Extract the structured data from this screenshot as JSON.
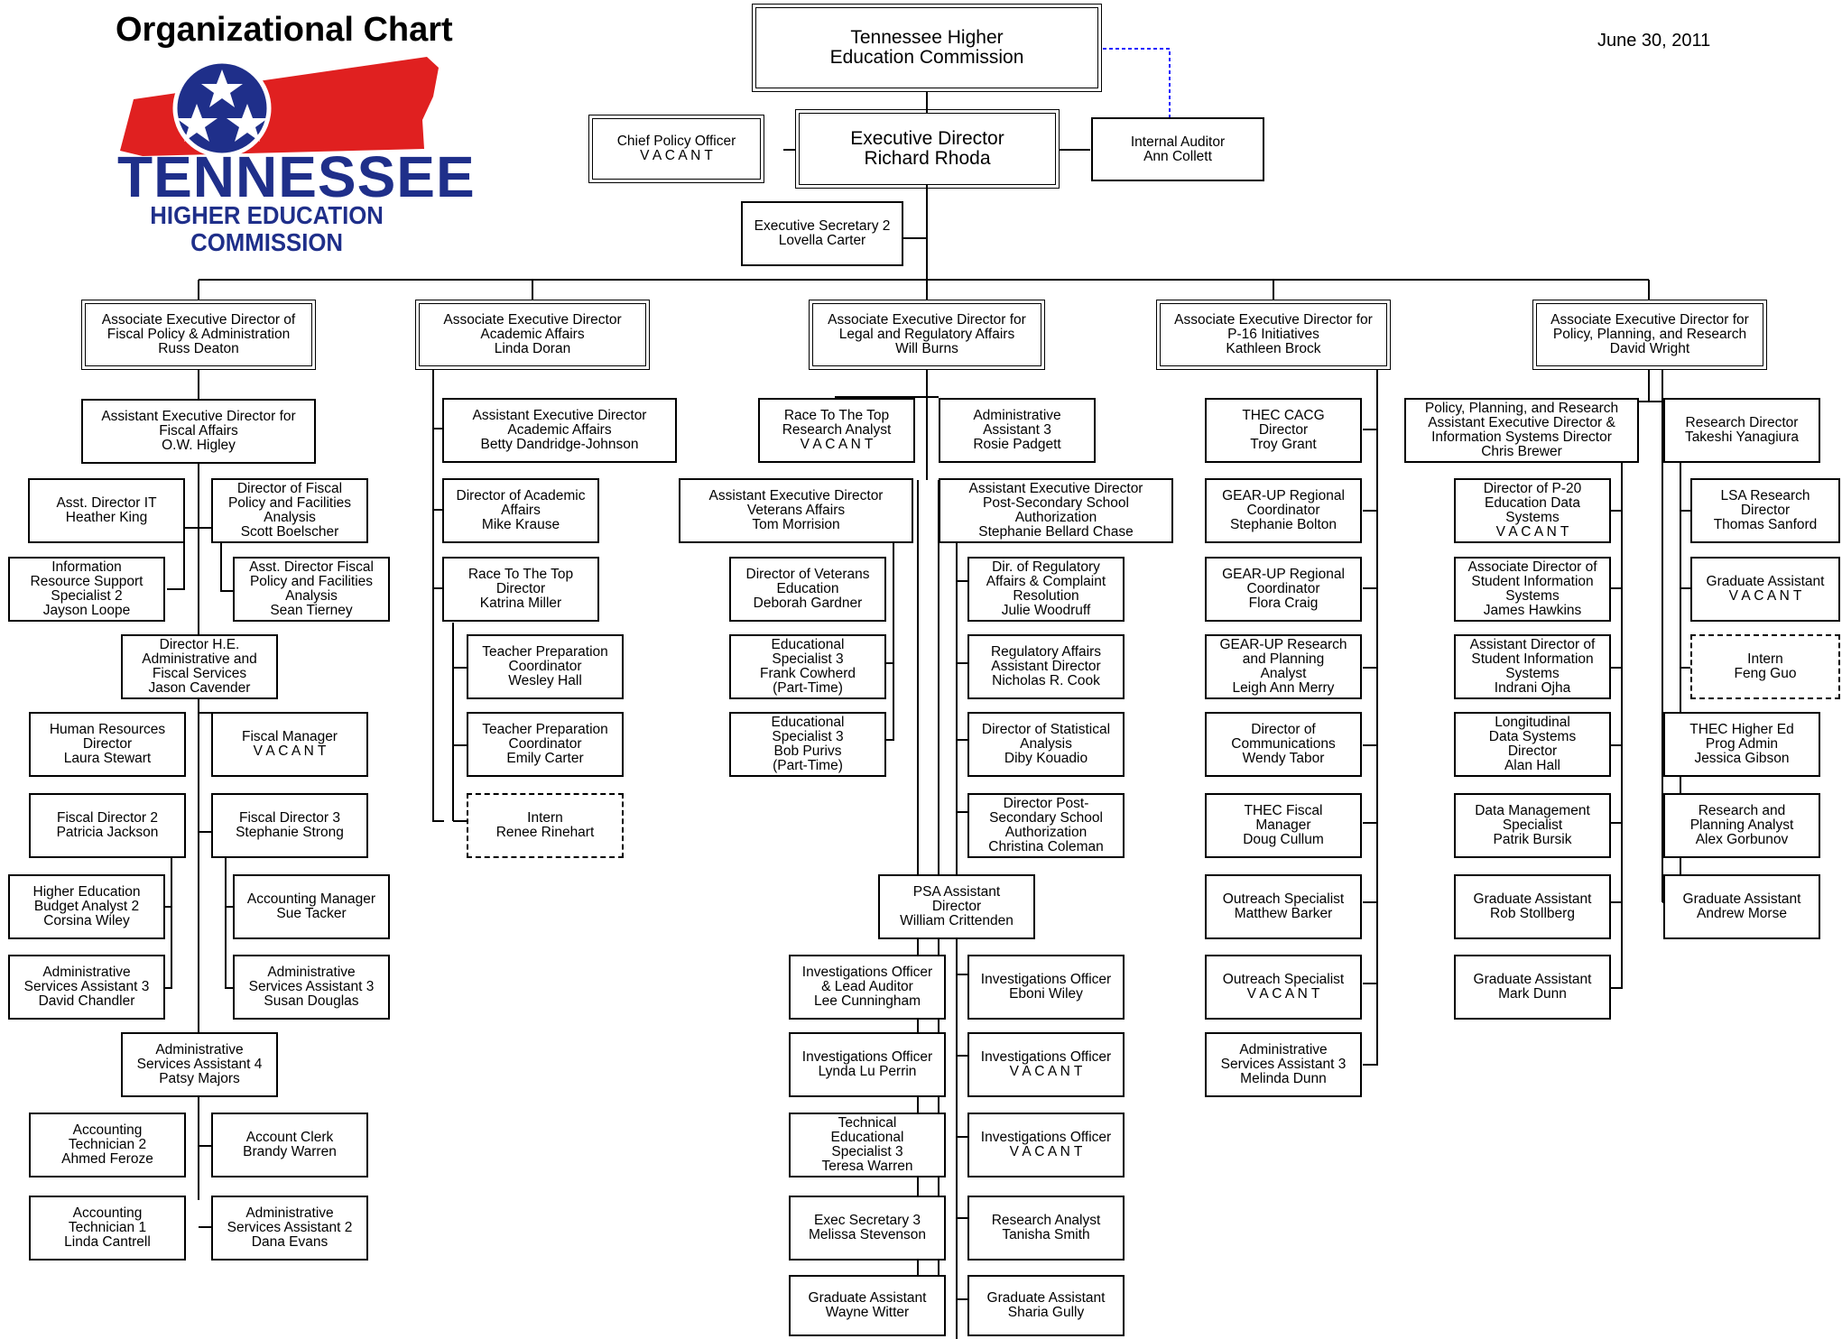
{
  "header": {
    "title": "Organizational Chart",
    "date": "June 30, 2011",
    "logo_word": "TENNESSEE",
    "logo_sub": "HIGHER EDUCATION COMMISSION"
  },
  "colors": {
    "logo_red": "#e02020",
    "logo_blue": "#1f2f8a",
    "audit_link": "#1a1aff"
  },
  "boxes": [
    {
      "id": "commission",
      "style": "double big",
      "text": "Tennessee Higher\nEducation Commission"
    },
    {
      "id": "exec-director",
      "style": "double big",
      "text": "Executive Director\nRichard Rhoda"
    },
    {
      "id": "chief-policy",
      "style": "double",
      "text": "Chief Policy Officer\nV A C A N T"
    },
    {
      "id": "internal-auditor",
      "style": "",
      "text": "Internal Auditor\nAnn Collett"
    },
    {
      "id": "exec-secretary",
      "style": "",
      "text": "Executive Secretary 2\nLovella Carter"
    },
    {
      "id": "assoc-fiscal",
      "style": "double",
      "text": "Associate Executive Director of\nFiscal Policy & Administration\nRuss Deaton"
    },
    {
      "id": "assoc-academic",
      "style": "double",
      "text": "Associate Executive Director\nAcademic Affairs\nLinda Doran"
    },
    {
      "id": "assoc-legal",
      "style": "double",
      "text": "Associate Executive Director for\nLegal and Regulatory Affairs\nWill Burns"
    },
    {
      "id": "assoc-p16",
      "style": "double",
      "text": "Associate Executive Director for\nP-16 Initiatives\nKathleen Brock"
    },
    {
      "id": "assoc-policy",
      "style": "double",
      "text": "Associate Executive Director for\nPolicy, Planning, and Research\nDavid Wright"
    },
    {
      "id": "asst-fiscal",
      "style": "",
      "text": "Assistant Executive Director for\nFiscal Affairs\nO.W. Higley"
    },
    {
      "id": "asst-dir-it",
      "style": "",
      "text": "Asst. Director IT\nHeather King"
    },
    {
      "id": "dir-fiscal-policy",
      "style": "",
      "text": "Director of Fiscal\nPolicy and Facilities\nAnalysis\nScott Boelscher"
    },
    {
      "id": "info-resource",
      "style": "",
      "text": "Information\nResource Support\nSpecialist 2\nJayson Loope"
    },
    {
      "id": "asst-dir-fiscal-policy",
      "style": "",
      "text": "Asst. Director Fiscal\nPolicy and Facilities\nAnalysis\nSean Tierney"
    },
    {
      "id": "dir-he-admin",
      "style": "",
      "text": "Director H.E.\nAdministrative and\nFiscal Services\nJason Cavender"
    },
    {
      "id": "hr-director",
      "style": "",
      "text": "Human Resources\nDirector\nLaura Stewart"
    },
    {
      "id": "fiscal-manager",
      "style": "",
      "text": "Fiscal Manager\nV A C A N T"
    },
    {
      "id": "fiscal-dir-2",
      "style": "",
      "text": "Fiscal Director 2\nPatricia Jackson"
    },
    {
      "id": "fiscal-dir-3",
      "style": "",
      "text": "Fiscal Director 3\nStephanie Strong"
    },
    {
      "id": "budget-analyst",
      "style": "",
      "text": "Higher Education\nBudget Analyst 2\nCorsina Wiley"
    },
    {
      "id": "accounting-manager",
      "style": "",
      "text": "Accounting Manager\nSue Tacker"
    },
    {
      "id": "admin-asst-chandler",
      "style": "",
      "text": "Administrative\nServices Assistant 3\nDavid Chandler"
    },
    {
      "id": "admin-asst-douglas",
      "style": "",
      "text": "Administrative\nServices Assistant 3\nSusan Douglas"
    },
    {
      "id": "admin-asst-majors",
      "style": "",
      "text": "Administrative\nServices Assistant 4\nPatsy Majors"
    },
    {
      "id": "acct-tech-2",
      "style": "",
      "text": "Accounting\nTechnician 2\nAhmed Feroze"
    },
    {
      "id": "account-clerk",
      "style": "",
      "text": "Account Clerk\nBrandy Warren"
    },
    {
      "id": "acct-tech-1",
      "style": "",
      "text": "Accounting\nTechnician 1\nLinda Cantrell"
    },
    {
      "id": "admin-asst-evans",
      "style": "",
      "text": "Administrative\nServices Assistant 2\nDana Evans"
    },
    {
      "id": "asst-academic",
      "style": "",
      "text": "Assistant Executive Director\nAcademic Affairs\nBetty Dandridge-Johnson"
    },
    {
      "id": "dir-academic",
      "style": "",
      "text": "Director of Academic\nAffairs\nMike Krause"
    },
    {
      "id": "rttt-director",
      "style": "",
      "text": "Race To The Top\nDirector\nKatrina Miller"
    },
    {
      "id": "teacher-prep-hall",
      "style": "",
      "text": "Teacher Preparation\nCoordinator\nWesley Hall"
    },
    {
      "id": "teacher-prep-carter",
      "style": "",
      "text": "Teacher Preparation\nCoordinator\nEmily Carter"
    },
    {
      "id": "intern-rinehart",
      "style": "dashed",
      "text": "Intern\nRenee Rinehart"
    },
    {
      "id": "rttt-analyst",
      "style": "",
      "text": "Race To The Top\nResearch Analyst\nV A C A N T"
    },
    {
      "id": "admin-asst-padgett",
      "style": "",
      "text": "Administrative\nAssistant 3\nRosie Padgett"
    },
    {
      "id": "asst-veterans",
      "style": "",
      "text": "Assistant Executive Director\nVeterans Affairs\nTom Morrision"
    },
    {
      "id": "asst-post-secondary",
      "style": "",
      "text": "Assistant Executive Director\nPost-Secondary School\nAuthorization\nStephanie Bellard Chase"
    },
    {
      "id": "dir-veterans",
      "style": "",
      "text": "Director of Veterans\nEducation\nDeborah Gardner"
    },
    {
      "id": "ed-spec-cowherd",
      "style": "",
      "text": "Educational\nSpecialist 3\nFrank Cowherd\n(Part-Time)"
    },
    {
      "id": "ed-spec-purvis",
      "style": "",
      "text": "Educational\nSpecialist 3\nBob Purivs\n(Part-Time)"
    },
    {
      "id": "dir-regulatory",
      "style": "",
      "text": "Dir. of Regulatory\nAffairs & Complaint\nResolution\nJulie Woodruff"
    },
    {
      "id": "reg-asst-dir",
      "style": "",
      "text": "Regulatory Affairs\nAssistant Director\nNicholas R. Cook"
    },
    {
      "id": "dir-statistical",
      "style": "",
      "text": "Director of Statistical\nAnalysis\nDiby Kouadio"
    },
    {
      "id": "dir-post-secondary",
      "style": "",
      "text": "Director Post-\nSecondary School\nAuthorization\nChristina Coleman"
    },
    {
      "id": "psa-asst-dir",
      "style": "",
      "text": "PSA Assistant\nDirector\nWilliam Crittenden"
    },
    {
      "id": "inv-cunningham",
      "style": "",
      "text": "Investigations Officer\n& Lead Auditor\nLee Cunningham"
    },
    {
      "id": "inv-wiley",
      "style": "",
      "text": "Investigations Officer\nEboni Wiley"
    },
    {
      "id": "inv-perrin",
      "style": "",
      "text": "Investigations Officer\nLynda Lu Perrin"
    },
    {
      "id": "inv-vacant-1",
      "style": "",
      "text": "Investigations Officer\nV A C A N T"
    },
    {
      "id": "tech-ed-warren",
      "style": "",
      "text": "Technical\nEducational\nSpecialist 3\nTeresa Warren"
    },
    {
      "id": "inv-vacant-2",
      "style": "",
      "text": "Investigations Officer\nV A C A N T"
    },
    {
      "id": "exec-sec-stevenson",
      "style": "",
      "text": "Exec Secretary 3\nMelissa Stevenson"
    },
    {
      "id": "research-smith",
      "style": "",
      "text": "Research Analyst\nTanisha Smith"
    },
    {
      "id": "grad-witter",
      "style": "",
      "text": "Graduate Assistant\nWayne Witter"
    },
    {
      "id": "grad-gully",
      "style": "",
      "text": "Graduate Assistant\nSharia Gully"
    },
    {
      "id": "cacg-director",
      "style": "",
      "text": "THEC CACG\nDirector\nTroy Grant"
    },
    {
      "id": "gearup-bolton",
      "style": "",
      "text": "GEAR-UP Regional\nCoordinator\nStephanie Bolton"
    },
    {
      "id": "gearup-craig",
      "style": "",
      "text": "GEAR-UP Regional\nCoordinator\nFlora Craig"
    },
    {
      "id": "gearup-merry",
      "style": "",
      "text": "GEAR-UP Research\nand Planning\nAnalyst\nLeigh Ann Merry"
    },
    {
      "id": "dir-communications",
      "style": "",
      "text": "Director of\nCommunications\nWendy Tabor"
    },
    {
      "id": "fiscal-manager-cullum",
      "style": "",
      "text": "THEC Fiscal\nManager\nDoug Cullum"
    },
    {
      "id": "outreach-barker",
      "style": "",
      "text": "Outreach Specialist\nMatthew Barker"
    },
    {
      "id": "outreach-vacant",
      "style": "",
      "text": "Outreach Specialist\nV A C A N T"
    },
    {
      "id": "admin-asst-dunn",
      "style": "",
      "text": "Administrative\nServices Assistant 3\nMelinda Dunn"
    },
    {
      "id": "ppr-asst-dir",
      "style": "",
      "text": "Policy, Planning, and Research\nAssistant Executive Director &\nInformation Systems Director\nChris Brewer"
    },
    {
      "id": "research-director",
      "style": "",
      "text": "Research Director\nTakeshi Yanagiura"
    },
    {
      "id": "dir-p20",
      "style": "",
      "text": "Director of P-20\nEducation Data\nSystems\nV A C A N T"
    },
    {
      "id": "lsa-director",
      "style": "",
      "text": "LSA Research\nDirector\nThomas Sanford"
    },
    {
      "id": "assoc-dir-sis",
      "style": "",
      "text": "Associate Director of\nStudent Information\nSystems\nJames Hawkins"
    },
    {
      "id": "grad-vacant",
      "style": "",
      "text": "Graduate Assistant\nV A C A N T"
    },
    {
      "id": "asst-dir-sis",
      "style": "",
      "text": "Assistant Director of\nStudent Information\nSystems\nIndrani Ojha"
    },
    {
      "id": "intern-guo",
      "style": "dashed",
      "text": "Intern\nFeng Guo"
    },
    {
      "id": "longitudinal",
      "style": "",
      "text": "Longitudinal\nData Systems\nDirector\nAlan Hall"
    },
    {
      "id": "prog-admin",
      "style": "",
      "text": "THEC Higher Ed\nProg Admin\nJessica Gibson"
    },
    {
      "id": "data-mgmt",
      "style": "",
      "text": "Data Management\nSpecialist\nPatrik Bursik"
    },
    {
      "id": "rp-analyst",
      "style": "",
      "text": "Research and\nPlanning Analyst\nAlex Gorbunov"
    },
    {
      "id": "grad-stollberg",
      "style": "",
      "text": "Graduate Assistant\nRob Stollberg"
    },
    {
      "id": "grad-morse",
      "style": "",
      "text": "Graduate Assistant\nAndrew Morse"
    },
    {
      "id": "grad-dunn",
      "style": "",
      "text": "Graduate Assistant\nMark Dunn"
    }
  ]
}
